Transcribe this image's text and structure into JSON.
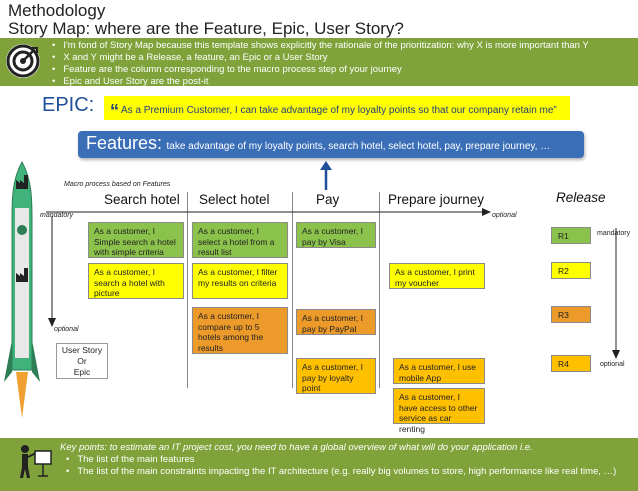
{
  "header": {
    "title_line1": "Methodology",
    "title_line2": "Story Map: where are the Feature, Epic, User Story?"
  },
  "intro_bullets": [
    "I'm fond of Story Map because this template shows explicitly the rationale of the prioritization: why X is more important than Y",
    "X and Y might be a Release, a feature, an Epic or a User Story",
    "Feature are the column corresponding to the macro process step of your journey",
    "Epic and User Story are the post-it"
  ],
  "epic": {
    "label": "EPIC:",
    "quote_mark": "“",
    "text": "As a Premium Customer, I can take advantage of my loyalty points so that our company retain me”"
  },
  "features": {
    "label": "Features:",
    "text": "take advantage of my loyalty points, search hotel, select hotel, pay, prepare journey, …"
  },
  "map": {
    "macro_label": "Macro process based on Features",
    "mandatory_left": "mandatory",
    "optional_top": "optional",
    "optional_left": "optional",
    "mandatory_right": "mandatory",
    "optional_right": "optional",
    "release_head": "Release",
    "columns": [
      "Search hotel",
      "Select hotel",
      "Pay",
      "Prepare journey"
    ],
    "legend_box": [
      "User Story",
      "Or",
      "Epic"
    ]
  },
  "stories": {
    "s1": "As a customer, I Simple search a hotel with simple criteria",
    "s2": "As a customer, I search a hotel with picture",
    "s3": "As a customer, I select a hotel from a result list",
    "s4": "As a customer, I filter my results on criteria",
    "s5": "As a customer, I compare up to 5 hotels among the results",
    "s6": "As a customer, I pay by Visa",
    "s7": "As a customer, I pay by PayPal",
    "s8": "As a customer, I pay by loyalty point",
    "s9": "As a customer, I print my voucher",
    "s10": "As a customer, I use mobile App",
    "s11": "As a customer, I have access to other service as car renting"
  },
  "releases": [
    "R1",
    "R2",
    "R3",
    "R4"
  ],
  "footer": {
    "key_label": "Key points",
    "key_text": ": to estimate an IT project cost, you need to have a global overview  of what will do your application i.e.",
    "bullets": [
      "The list of the main features",
      "The list of the main constraints impacting the IT architecture (e.g. really big volumes to store, high performance like real time, …)"
    ]
  },
  "colors": {
    "green": "#7fa33a",
    "story_green": "#8bc24c",
    "story_yellow": "#ffff00",
    "story_orange": "#ec9a2a",
    "story_gold": "#ffc000",
    "feature_blue": "#3a6fb8"
  }
}
